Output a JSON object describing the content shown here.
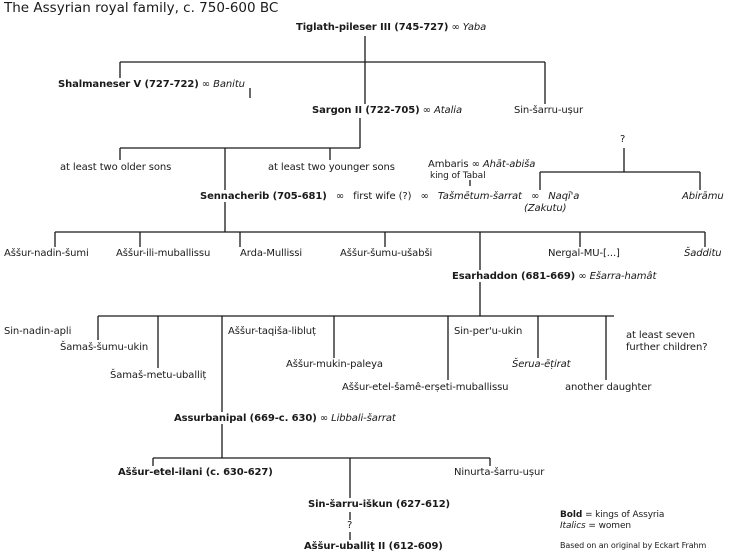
{
  "title": "The Assyrian royal family, c. 750-600 BC",
  "nodes": {
    "tiglath": {
      "name": "Tiglath-pileser III (745-727)",
      "spouse": "Yaba"
    },
    "shalmaneser": {
      "name": "Shalmaneser V (727-722)",
      "spouse": "Banitu"
    },
    "sargon": {
      "name": "Sargon II (722-705)",
      "spouse": "Atalia"
    },
    "sin_sarru_usur": "Sin-šarru-uṣur",
    "older_sons": "at least two older sons",
    "younger_sons": "at least two younger sons",
    "ambaris": {
      "name": "Ambaris",
      "spouse": "Ahāt-abiša",
      "note": "king of Tabal"
    },
    "question_top": "?",
    "sennacherib": {
      "name": "Sennacherib (705-681)",
      "first_wife": "first wife (?)",
      "tasmetum": "Tašmētum-šarrat",
      "naqia": "Naqī'a",
      "zakutu": "(Zakutu)"
    },
    "abirami": "Abirāmu",
    "assur_nadin_sumi": "Aššur-nadin-šumi",
    "assur_ili": "Aššur-ili-muballissu",
    "arda_mullissi": "Arda-Mullissi",
    "assur_sumu_usabsi": "Aššur-šumu-ušabši",
    "nergal_mu": "Nergal-MU-[...]",
    "saditu": "Šadditu",
    "esarhaddon": {
      "name": "Esarhaddon (681-669)",
      "spouse": "Ešarra-hamât"
    },
    "sin_nadin_apli": "Sin-nadin-apli",
    "samas_sumu_ukin": "Šamaš-šumu-ukin",
    "samas_metu": "Šamaš-metu-uballiṭ",
    "assur_taqisa": "Aššur-taqiša-libluṭ",
    "assur_mukin": "Aššur-mukin-paleya",
    "assur_etel_same": "Aššur-etel-šamê-erṣeti-muballissu",
    "sin_peru_ukin": "Sin-per'u-ukin",
    "serua_etirat": "Šerua-ēṭirat",
    "another_daughter": "another daughter",
    "at_least_seven": [
      "at least seven",
      "further children?"
    ],
    "assurbanipal": {
      "name": "Assurbanipal (669-c. 630)",
      "spouse": "Libbali-šarrat"
    },
    "assur_etel_ilani": "Aššur-etel-ilani (c. 630-627)",
    "ninurta": "Ninurta-šarru-uṣur",
    "sin_sarru_iskun": "Sin-šarru-iškun (627-612)",
    "question_bottom": "?",
    "assur_uballit": "Aššur-uballiṭ II (612-609)"
  },
  "marriage_symbol": "∞",
  "legend": {
    "bold_key": "Bold",
    "bold_text": "= kings of Assyria",
    "italic_key": "Italics",
    "italic_text": "= women",
    "credit": "Based on an original by Eckart Frahm"
  },
  "colors": {
    "lines": "#1a1a1a",
    "text": "#1a1a1a",
    "background": "#ffffff"
  }
}
